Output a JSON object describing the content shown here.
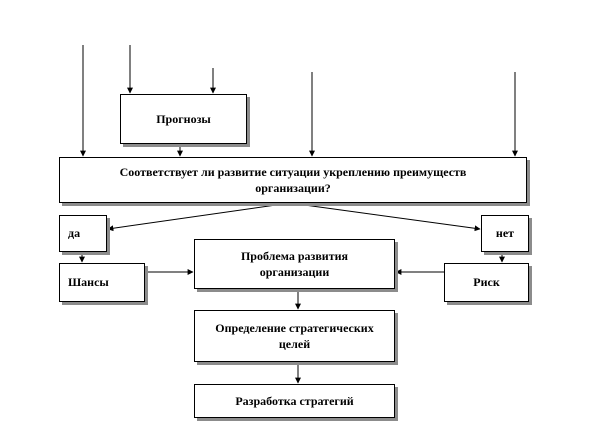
{
  "nodes": {
    "forecasts": "Прогнозы",
    "question": "Соответствует ли развитие ситуации укреплению преимуществ организации?",
    "yes": "да",
    "no": "нет",
    "chances": "Шансы",
    "risk": "Риск",
    "problem": "Проблема развития организации",
    "goals": "Определение стратегических целей",
    "strategy": "Разработка стратегий"
  }
}
